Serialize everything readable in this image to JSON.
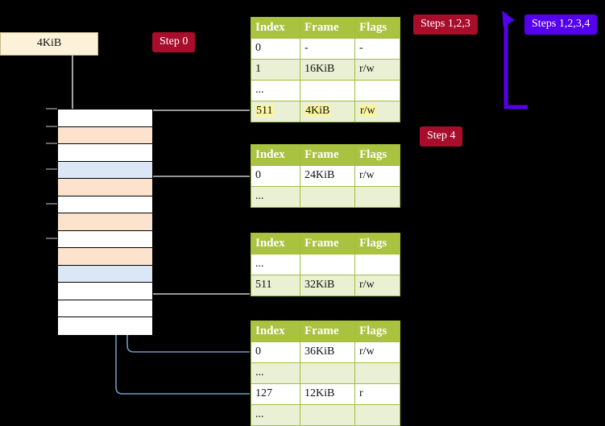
{
  "diagram": {
    "title": "multi-level page table walk",
    "caption_box": {
      "label": "4KiB"
    },
    "badges": [
      {
        "name": "step0",
        "label": "Step 0",
        "color": "#A80D2C",
        "style": "red"
      },
      {
        "name": "steps123",
        "label": "Steps 1,2,3",
        "color": "#A80D2C",
        "style": "red"
      },
      {
        "name": "steps1234",
        "label": "Steps 1,2,3,4",
        "color": "#5500EE",
        "style": "blue"
      },
      {
        "name": "step4",
        "label": "Step 4",
        "color": "#A80D2C",
        "style": "red"
      }
    ],
    "memory_column": {
      "rows": [
        {
          "fill": "white"
        },
        {
          "fill": "orange"
        },
        {
          "fill": "white"
        },
        {
          "fill": "blue"
        },
        {
          "fill": "orange"
        },
        {
          "fill": "white"
        },
        {
          "fill": "orange"
        },
        {
          "fill": "white"
        },
        {
          "fill": "orange"
        },
        {
          "fill": "blue"
        },
        {
          "fill": "white"
        },
        {
          "fill": "white"
        },
        {
          "fill": "white"
        }
      ],
      "colors": {
        "orange": "#FDE3CE",
        "blue": "#DCE7F6",
        "white": "#FFFFFF"
      }
    },
    "tables": [
      {
        "name": "level1-table",
        "headers": [
          "Index",
          "Frame",
          "Flags"
        ],
        "rows": [
          {
            "cells": [
              "0",
              "-",
              "-"
            ],
            "band": "even",
            "highlight": []
          },
          {
            "cells": [
              "1",
              "16KiB",
              "r/w"
            ],
            "band": "odd",
            "highlight": []
          },
          {
            "cells": [
              "...",
              "",
              ""
            ],
            "band": "even",
            "highlight": []
          },
          {
            "cells": [
              "511",
              "4KiB",
              "r/w"
            ],
            "band": "odd",
            "highlight": [
              0,
              1,
              2
            ]
          }
        ]
      },
      {
        "name": "level2-table",
        "headers": [
          "Index",
          "Frame",
          "Flags"
        ],
        "rows": [
          {
            "cells": [
              "0",
              "24KiB",
              "r/w"
            ],
            "band": "even",
            "highlight": []
          },
          {
            "cells": [
              "...",
              "",
              ""
            ],
            "band": "odd",
            "highlight": []
          }
        ]
      },
      {
        "name": "level3-table",
        "headers": [
          "Index",
          "Frame",
          "Flags"
        ],
        "rows": [
          {
            "cells": [
              "...",
              "",
              ""
            ],
            "band": "even",
            "highlight": []
          },
          {
            "cells": [
              "511",
              "32KiB",
              "r/w"
            ],
            "band": "odd",
            "highlight": []
          }
        ]
      },
      {
        "name": "level4-table",
        "headers": [
          "Index",
          "Frame",
          "Flags"
        ],
        "rows": [
          {
            "cells": [
              "0",
              "36KiB",
              "r/w"
            ],
            "band": "even",
            "highlight": []
          },
          {
            "cells": [
              "...",
              "",
              ""
            ],
            "band": "odd",
            "highlight": []
          },
          {
            "cells": [
              "127",
              "12KiB",
              "r"
            ],
            "band": "even",
            "highlight": []
          },
          {
            "cells": [
              "...",
              "",
              ""
            ],
            "band": "odd",
            "highlight": []
          }
        ]
      }
    ],
    "colors": {
      "table_header_bg": "#A9C23F",
      "table_band_bg": "#EAF0D4",
      "table_border": "#9FBF3B",
      "highlight": "#FBF5A0",
      "gray_connector": "#BFBFBF",
      "blue_connector": "#7296C4",
      "purple_arrow": "#5500EE",
      "caption_bg": "#FCF2D9",
      "background": "#000000"
    }
  }
}
